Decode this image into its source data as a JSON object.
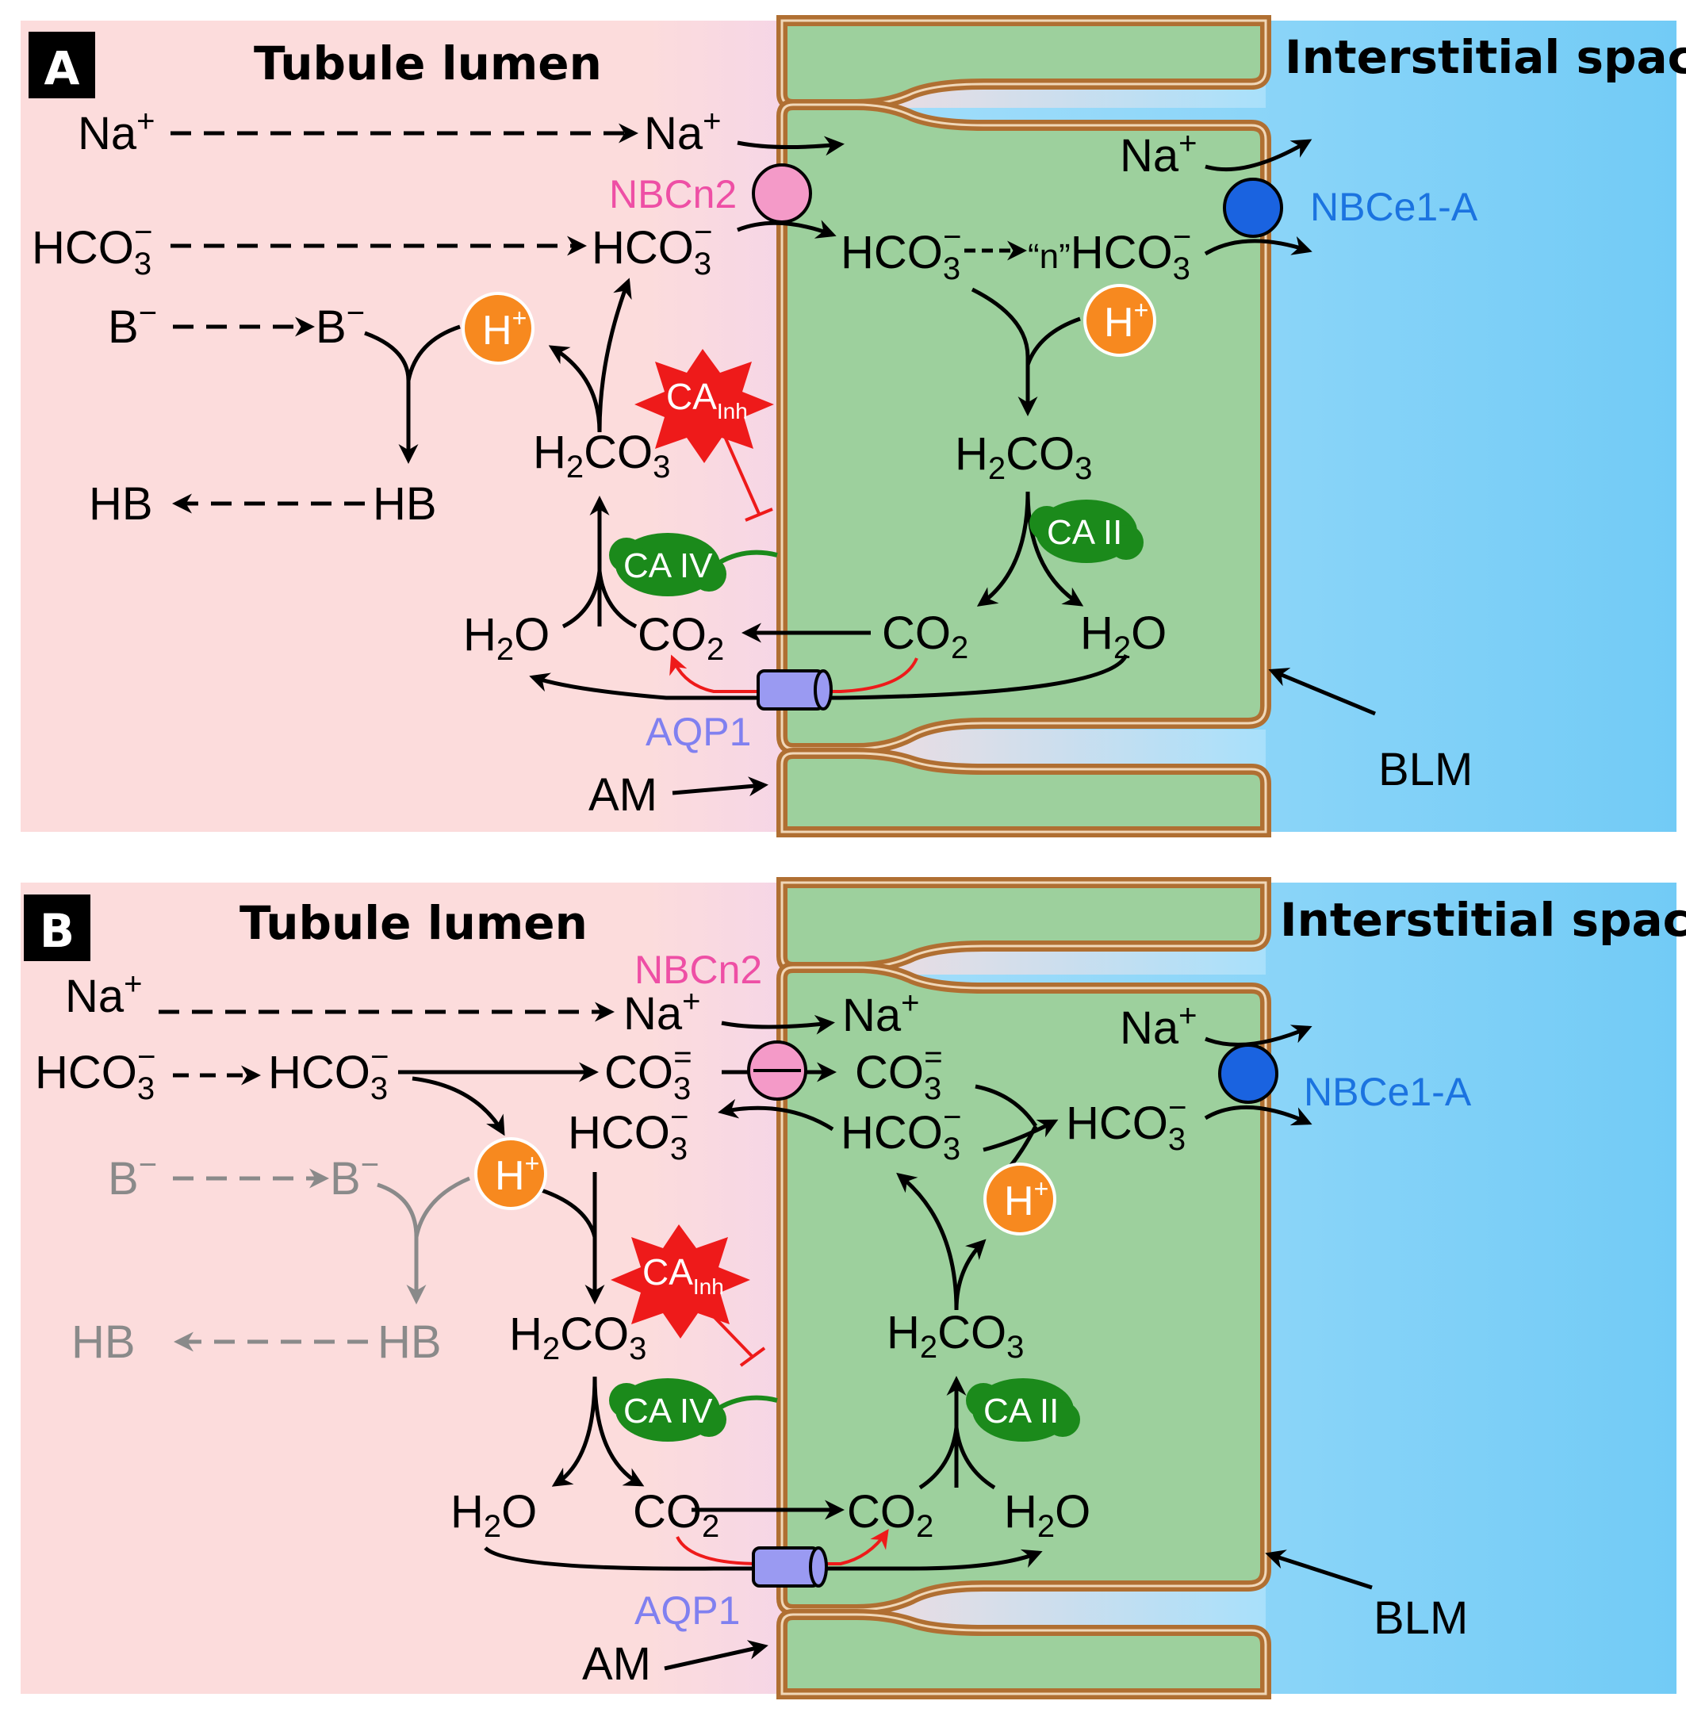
{
  "panels": [
    {
      "letter": "A",
      "lumen_title": "Tubule lumen",
      "interstitial_title": "Interstitial space",
      "lumen": {
        "na": "Na",
        "na_sup": "+",
        "hco3": "HCO",
        "hco3_sub": "3",
        "hco3_sup": "−",
        "b": "B",
        "b_sup": "−",
        "hb": "HB",
        "h2co3": "H",
        "h2co3_sub": "2",
        "h2co3_tail": "CO",
        "h2co3_sub2": "3",
        "h2o": "H",
        "h2o_sub": "2",
        "h2o_tail": "O",
        "co2": "CO",
        "co2_sub": "2"
      },
      "cell": {
        "na": "Na",
        "na_sup": "+",
        "hco3": "HCO",
        "hco3_sub": "3",
        "hco3_sup": "−",
        "n_hco3_prefix": "“n”",
        "h2co3": "H",
        "h2co3_sub": "2",
        "h2co3_tail": "CO",
        "h2co3_sub2": "3",
        "co2": "CO",
        "co2_sub": "2",
        "h2o": "H",
        "h2o_sub": "2",
        "h2o_tail": "O"
      },
      "proteins": {
        "nbcn2": "NBCn2",
        "nbce1": "NBCe1-A",
        "aqp1": "AQP1",
        "ca4": "CA IV",
        "ca2": "CA II",
        "cainh": "CA",
        "cainh_sub": "Inh",
        "h_ion": "H",
        "h_ion_sup": "+"
      },
      "membranes": {
        "am": "AM",
        "blm": "BLM"
      }
    },
    {
      "letter": "B",
      "lumen_title": "Tubule lumen",
      "interstitial_title": "Interstitial space",
      "lumen": {
        "na": "Na",
        "na_sup": "+",
        "hco3": "HCO",
        "hco3_sub": "3",
        "hco3_sup": "−",
        "co3": "CO",
        "co3_sub": "3",
        "co3_sup": "=",
        "b": "B",
        "b_sup": "−",
        "hb": "HB",
        "h2co3": "H",
        "h2co3_sub": "2",
        "h2co3_tail": "CO",
        "h2co3_sub2": "3",
        "h2o": "H",
        "h2o_sub": "2",
        "h2o_tail": "O",
        "co2": "CO",
        "co2_sub": "2"
      },
      "cell": {
        "na": "Na",
        "na_sup": "+",
        "co3": "CO",
        "co3_sub": "3",
        "co3_sup": "=",
        "hco3": "HCO",
        "hco3_sub": "3",
        "hco3_sup": "−",
        "h2co3": "H",
        "h2co3_sub": "2",
        "h2co3_tail": "CO",
        "h2co3_sub2": "3",
        "co2": "CO",
        "co2_sub": "2",
        "h2o": "H",
        "h2o_sub": "2",
        "h2o_tail": "O"
      },
      "proteins": {
        "nbcn2": "NBCn2",
        "nbce1": "NBCe1-A",
        "aqp1": "AQP1",
        "ca4": "CA IV",
        "ca2": "CA II",
        "cainh": "CA",
        "cainh_sub": "Inh",
        "h_ion": "H",
        "h_ion_sup": "+"
      },
      "membranes": {
        "am": "AM",
        "blm": "BLM"
      }
    }
  ],
  "colors": {
    "lumen": "#fcdcdc",
    "cell": "#9dd09d",
    "interstitial": "#7fd0f8",
    "membrane": "#b06f32",
    "h_ion": "#f7891f",
    "nbcn2": "#f49ac8",
    "nbce1": "#1a63e0",
    "aqp1": "#9a9af2",
    "enzyme": "#1b8a1b",
    "inhibitor": "#ee1a1a"
  }
}
